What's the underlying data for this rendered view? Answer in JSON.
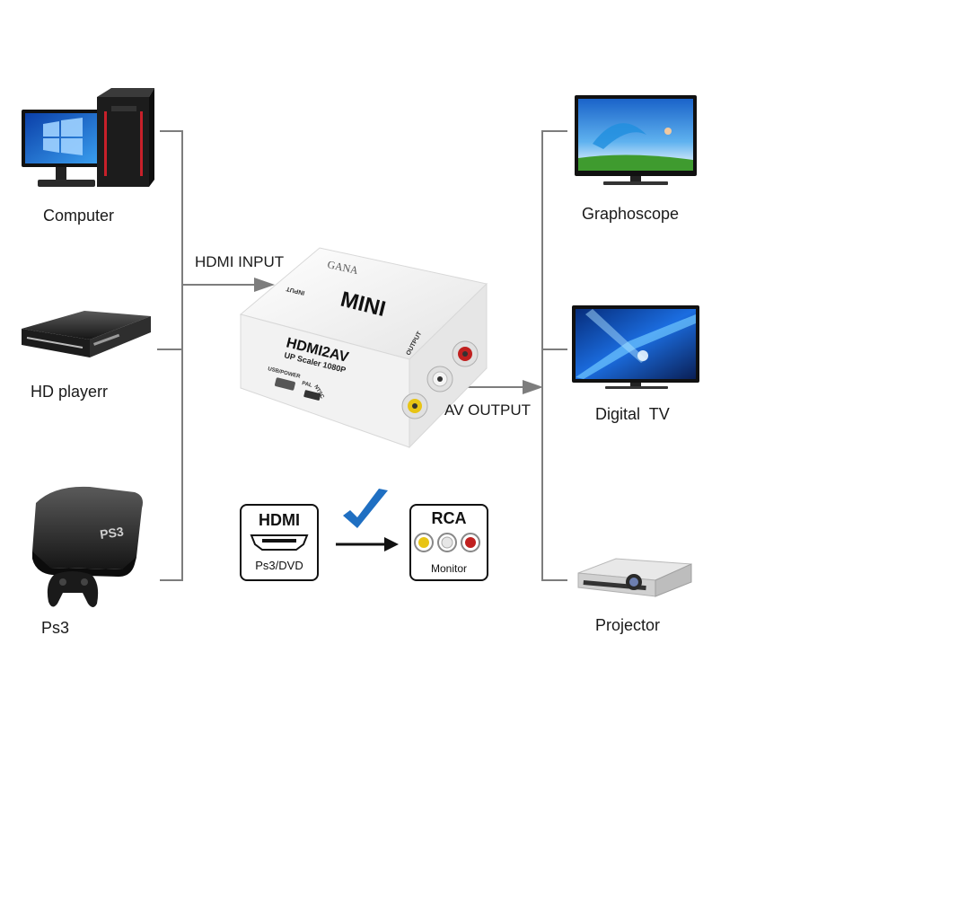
{
  "sources": [
    {
      "label": "Computer",
      "icon": "computer-icon"
    },
    {
      "label": "HD playerr",
      "icon": "dvd-player-icon"
    },
    {
      "label": "Ps3",
      "icon": "game-console-icon"
    }
  ],
  "outputs": [
    {
      "label": "Graphoscope",
      "icon": "television-icon"
    },
    {
      "label": "Digital  TV",
      "icon": "flat-tv-icon"
    },
    {
      "label": "Projector",
      "icon": "projector-icon"
    }
  ],
  "connections": {
    "input_label": "HDMI INPUT",
    "output_label": "AV OUTPUT"
  },
  "device": {
    "brand": "GANA",
    "model_tag": "MINI",
    "name": "HDMI2AV",
    "subtitle": "UP Scaler 1080P",
    "port_input": "INPUT",
    "port_output": "OUTPUT",
    "port_power": "USB/POWER",
    "switch_pal": "PAL",
    "switch_ntsc": "NTSC"
  },
  "legend": {
    "hdmi_title": "HDMI",
    "hdmi_sub": "Ps3/DVD",
    "rca_title": "RCA",
    "rca_sub": "Monitor"
  },
  "colors": {
    "line": "#7d7d7d",
    "check": "#1f6fc2",
    "rca_yellow": "#e8c414",
    "rca_white": "#e6e6e6",
    "rca_red": "#c0201f"
  }
}
